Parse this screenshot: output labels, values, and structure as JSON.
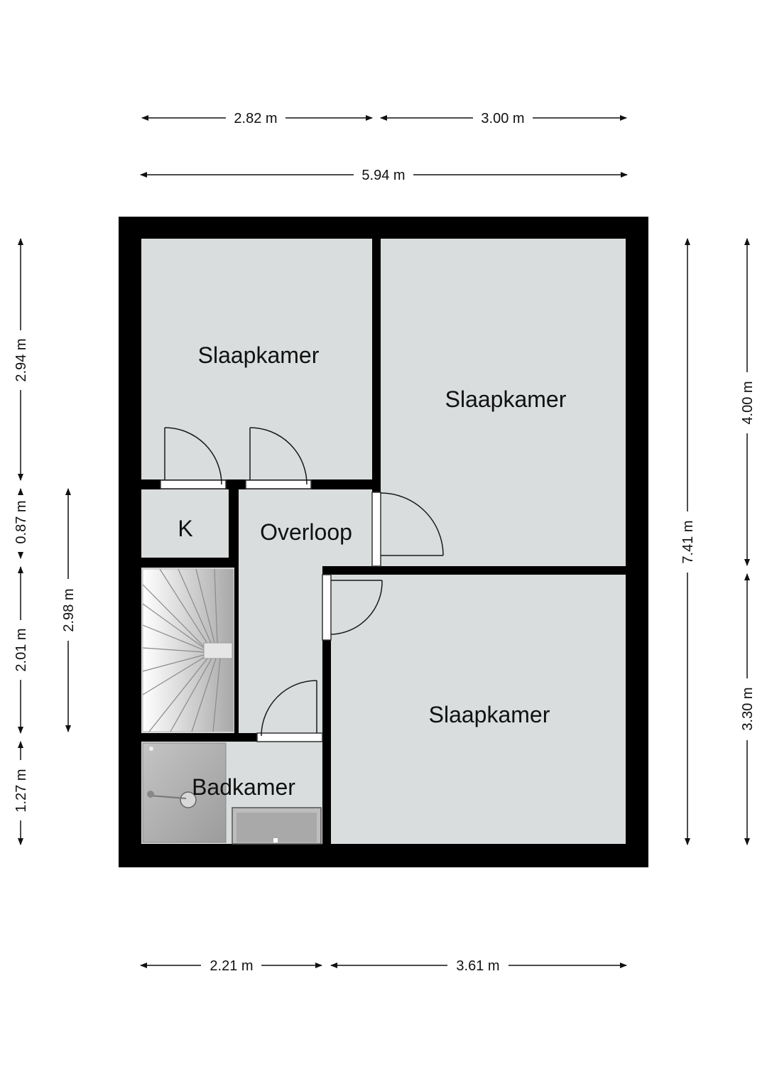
{
  "colors": {
    "wall": "#000000",
    "room_fill": "#d9dddd",
    "door_line": "#1a1a1a",
    "dimension_line": "#111111"
  },
  "rooms": {
    "bedroom_top_left": "Slaapkamer",
    "bedroom_top_right": "Slaapkamer",
    "bedroom_bottom_right": "Slaapkamer",
    "storage": "K",
    "landing": "Overloop",
    "bathroom": "Badkamer"
  },
  "dimensions": {
    "top_left_width": "2.82 m",
    "top_right_width": "3.00 m",
    "total_width": "5.94 m",
    "bottom_left_width": "2.21 m",
    "bottom_right_width": "3.61 m",
    "left_seg_1": "2.94 m",
    "left_seg_2": "0.87 m",
    "left_seg_3": "2.01 m",
    "left_seg_4": "1.27 m",
    "left_inner": "2.98 m",
    "right_total": "7.41 m",
    "right_seg_1": "4.00 m",
    "right_seg_2": "3.30 m"
  },
  "icons": {
    "door": "door-swing-icon",
    "stairs": "staircase-icon",
    "shower": "shower-icon",
    "bathtub": "bathtub-icon"
  }
}
